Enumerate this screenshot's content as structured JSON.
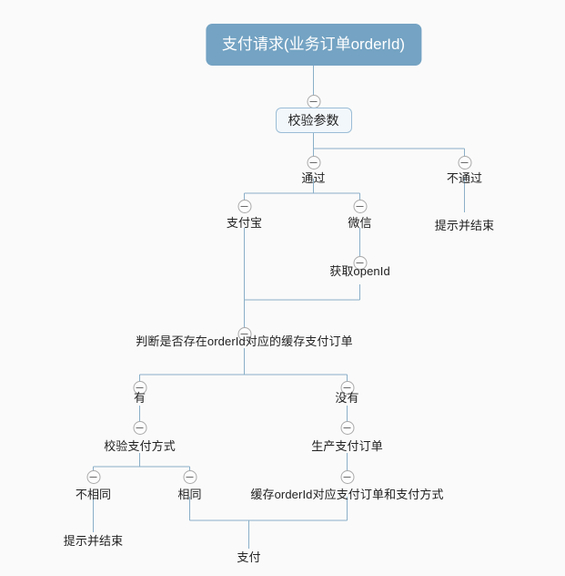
{
  "diagram": {
    "title": "支付请求(业务订单orderId)",
    "background_color": "#fafafa",
    "line_color": "#8aafc8",
    "root_fill_color": "#74a3c3",
    "root_text_color": "#ffffff",
    "box_fill_color": "#f2f7fb",
    "box_border_color": "#9bbdd6",
    "text_color": "#222222",
    "icon_name": "collapse-minus-icon"
  },
  "nodes": {
    "root": "支付请求(业务订单orderId)",
    "validate_params": "校验参数",
    "pass": "通过",
    "not_pass": "不通过",
    "notify_end_1": "提示并结束",
    "alipay": "支付宝",
    "wechat": "微信",
    "get_openid": "获取openId",
    "judge_cache": "判断是否存在orderId对应的缓存支付订单",
    "has": "有",
    "has_not": "没有",
    "check_pay_method": "校验支付方式",
    "create_pay_order": "生产支付订单",
    "not_same": "不相同",
    "same": "相同",
    "cache_order": "缓存orderId对应支付订单和支付方式",
    "notify_end_2": "提示并结束",
    "pay": "支付"
  }
}
